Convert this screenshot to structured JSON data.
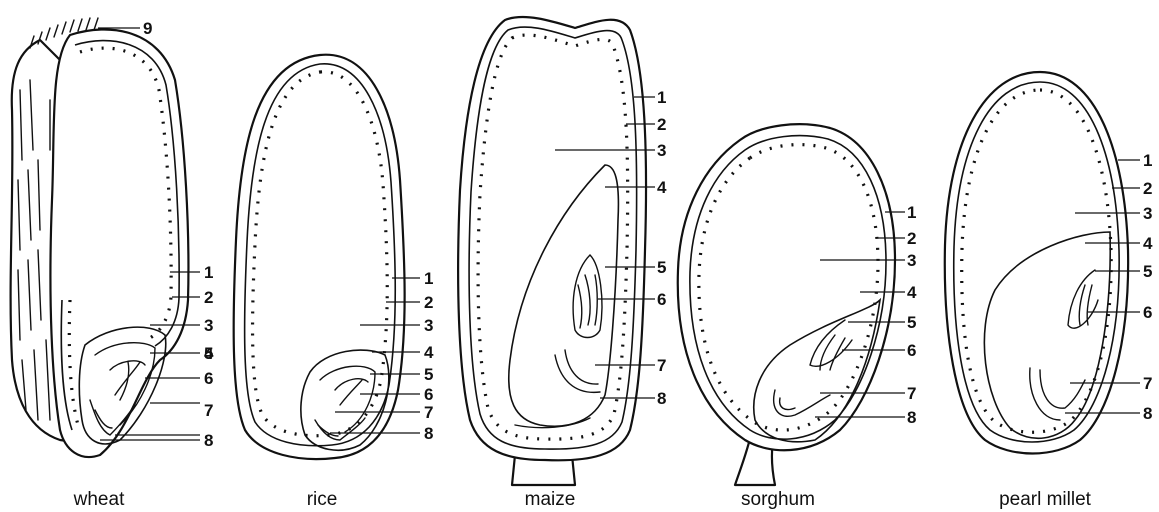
{
  "grains": [
    {
      "name": "wheat",
      "labels": [
        "9",
        "1",
        "2",
        "3",
        "4",
        "5",
        "6",
        "7",
        "8"
      ]
    },
    {
      "name": "rice",
      "labels": [
        "1",
        "2",
        "3",
        "4",
        "5",
        "6",
        "7",
        "8"
      ]
    },
    {
      "name": "maize",
      "labels": [
        "1",
        "2",
        "3",
        "4",
        "5",
        "6",
        "7",
        "8"
      ]
    },
    {
      "name": "sorghum",
      "labels": [
        "1",
        "2",
        "3",
        "4",
        "5",
        "6",
        "7",
        "8"
      ]
    },
    {
      "name": "pearl millet",
      "labels": [
        "1",
        "2",
        "3",
        "4",
        "5",
        "6",
        "7",
        "8"
      ]
    }
  ]
}
